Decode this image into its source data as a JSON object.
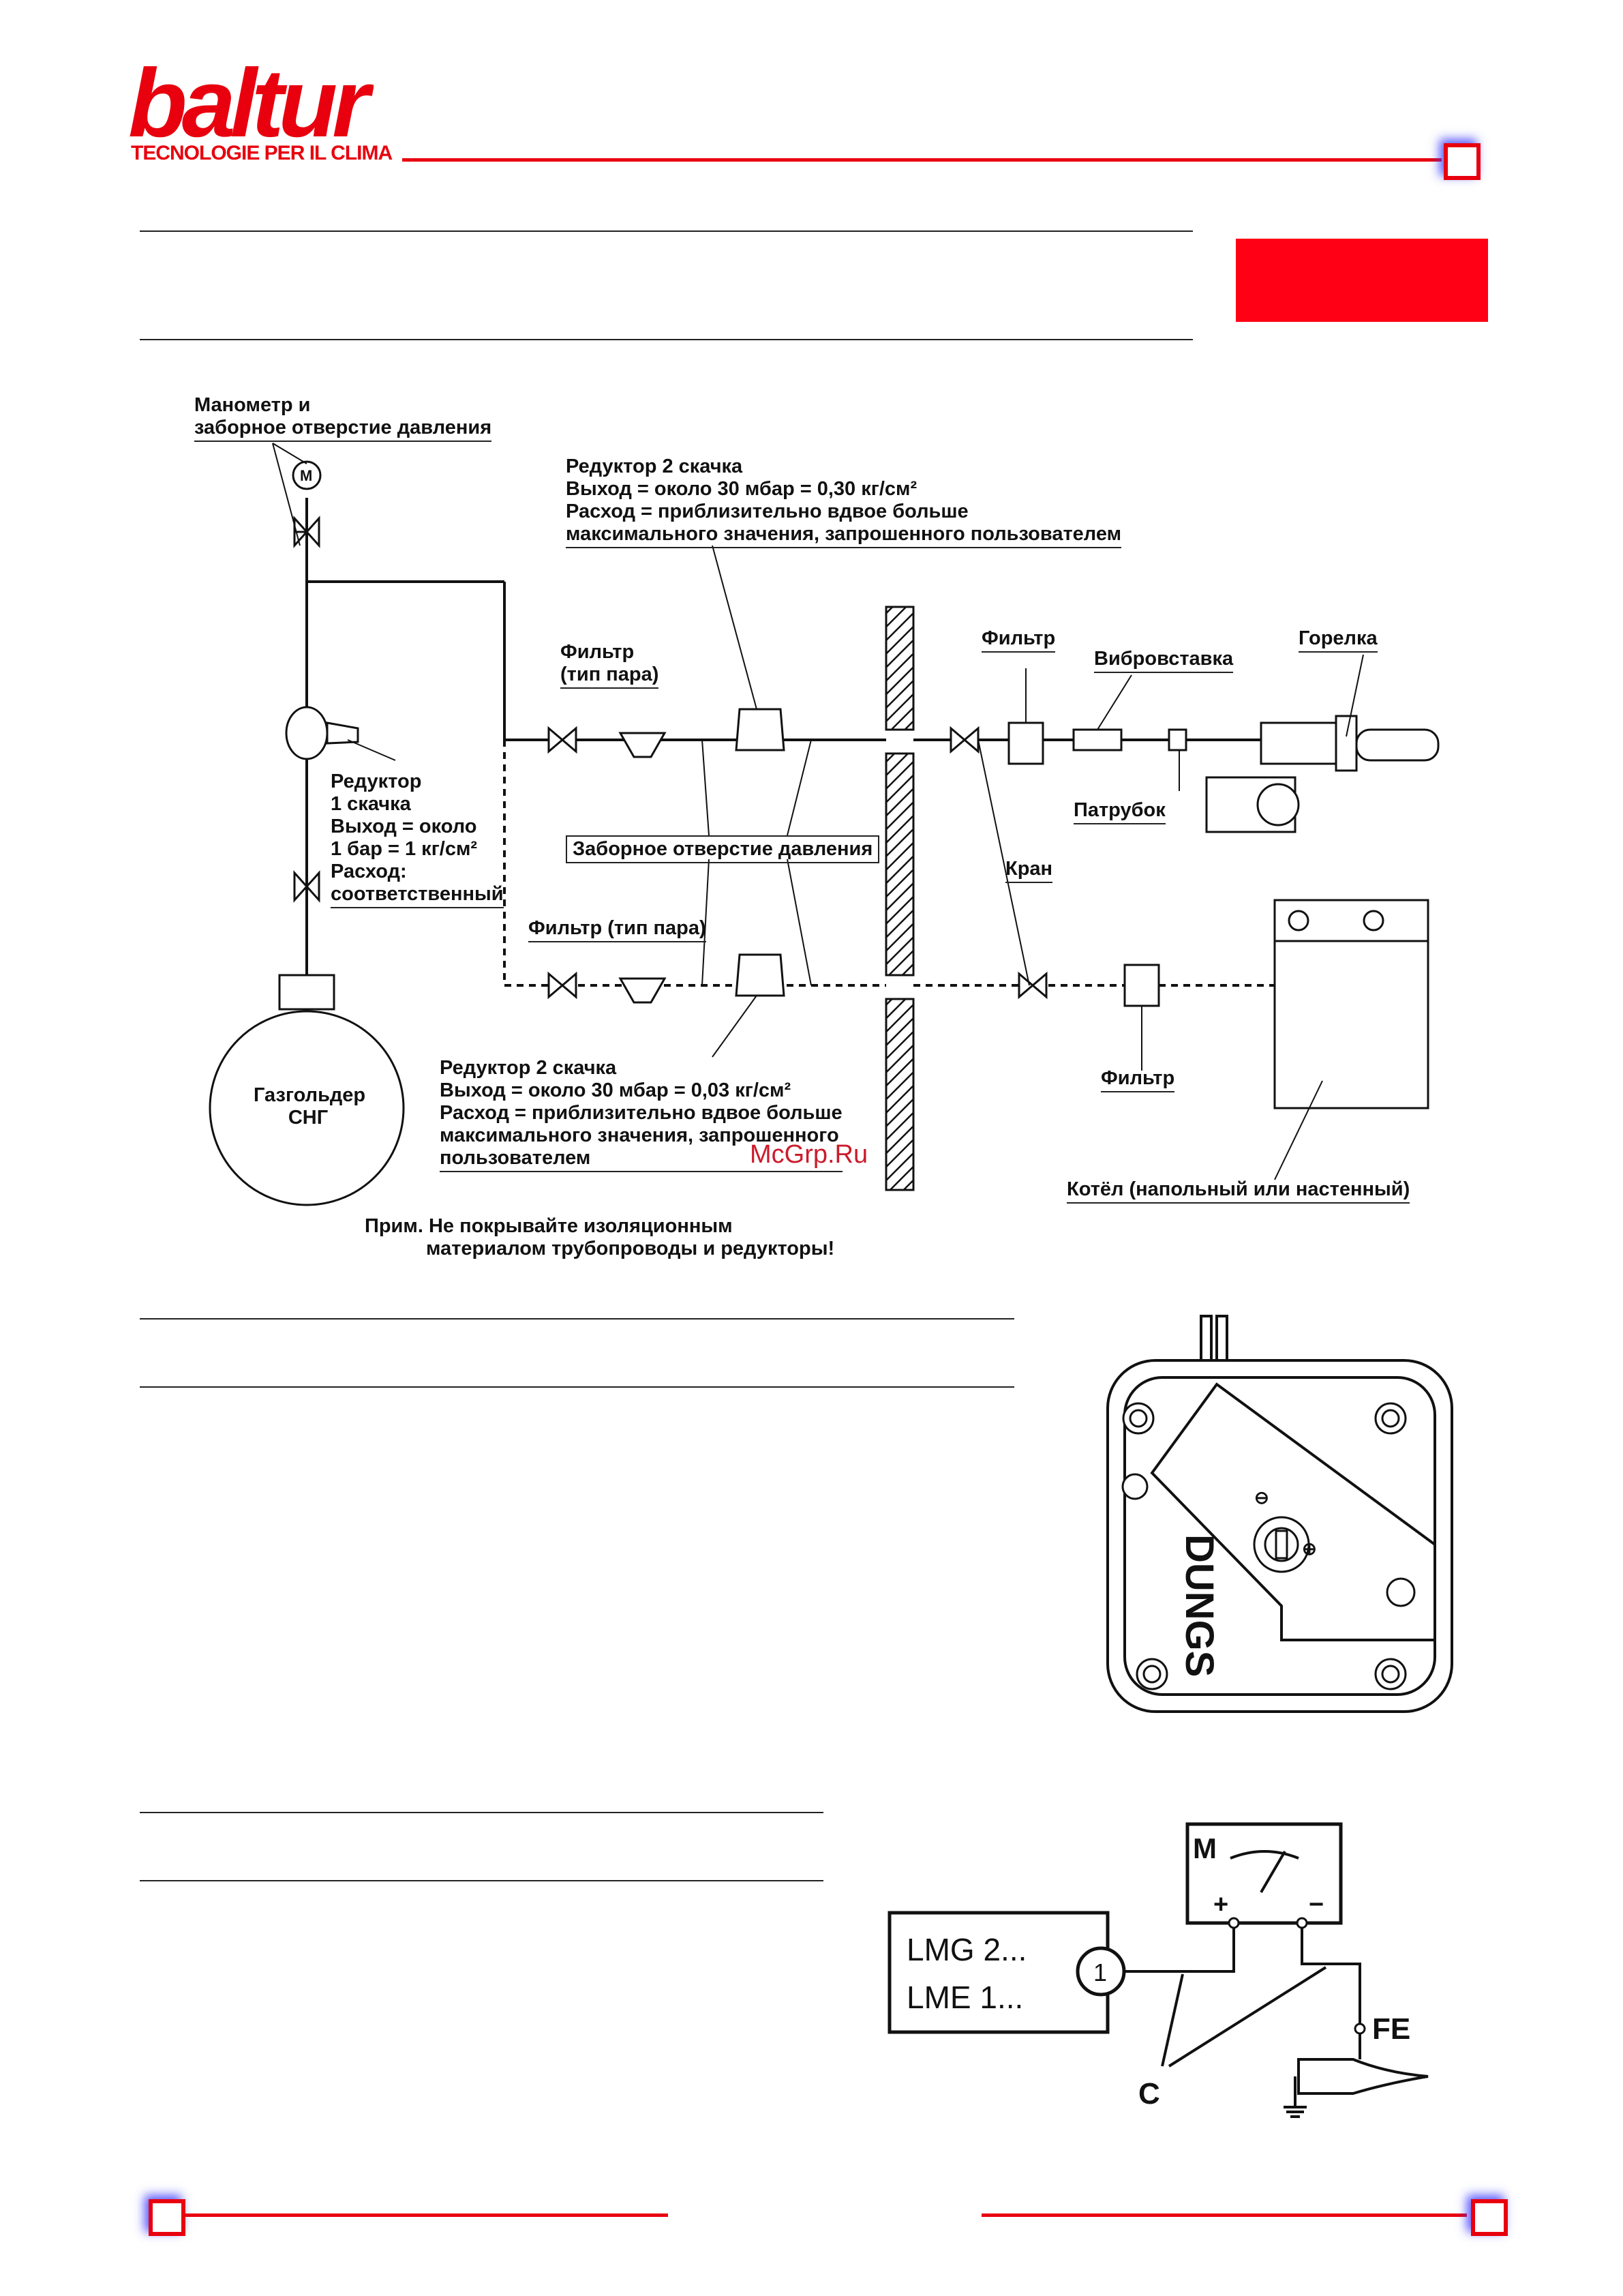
{
  "brand": {
    "logo_text": "baltur",
    "tagline": "TECNOLOGIE PER IL CLIMA",
    "color": "#e8000e"
  },
  "diagram": {
    "manometer": [
      "Манометр и",
      "заборное отверстие давления"
    ],
    "reducer2_top": [
      "Редуктор 2 скачка",
      "Выход = около 30 мбар = 0,30 кг/см²",
      "Расход = приблизительно вдвое больше",
      "максимального значения, запрошенного пользователем"
    ],
    "filter_steam_top": [
      "Фильтр",
      "(тип пара)"
    ],
    "filter_top_right": "Фильтр",
    "vibro_insert": "Вибровставка",
    "burner": "Горелка",
    "nozzle": "Патрубок",
    "reducer1": [
      "Редуктор",
      "1 скачка",
      "Выход = около",
      "1 бар = 1 кг/см²",
      "Расход:",
      "соответственный"
    ],
    "pressure_tap": "Заборное отверстие давления",
    "valve": "Кран",
    "filter_steam_bottom": "Фильтр (тип пара)",
    "gas_holder": [
      "Газгольдер",
      "СНГ"
    ],
    "reducer2_bottom": [
      "Редуктор 2 скачка",
      "Выход = около 30 мбар = 0,03 кг/см²",
      "Расход = приблизительно вдвое больше",
      "максимального значения, запрошенного",
      "пользователем"
    ],
    "filter_bottom": "Фильтр",
    "watermark": "McGrp.Ru",
    "boiler": "Котёл (напольный или настенный)",
    "note": [
      "Прим. Не покрывайте изоляционным",
      "материалом трубопроводы и редукторы!"
    ]
  },
  "pressure_switch": {
    "brand": "DUNGS",
    "minus": "⊖",
    "plus": "⊕"
  },
  "ionization": {
    "meter": "M",
    "plus": "+",
    "minus": "−",
    "control_lines": [
      "LMG 2...",
      "LME 1..."
    ],
    "terminal": "1",
    "electrode": "FE",
    "cable": "C"
  }
}
